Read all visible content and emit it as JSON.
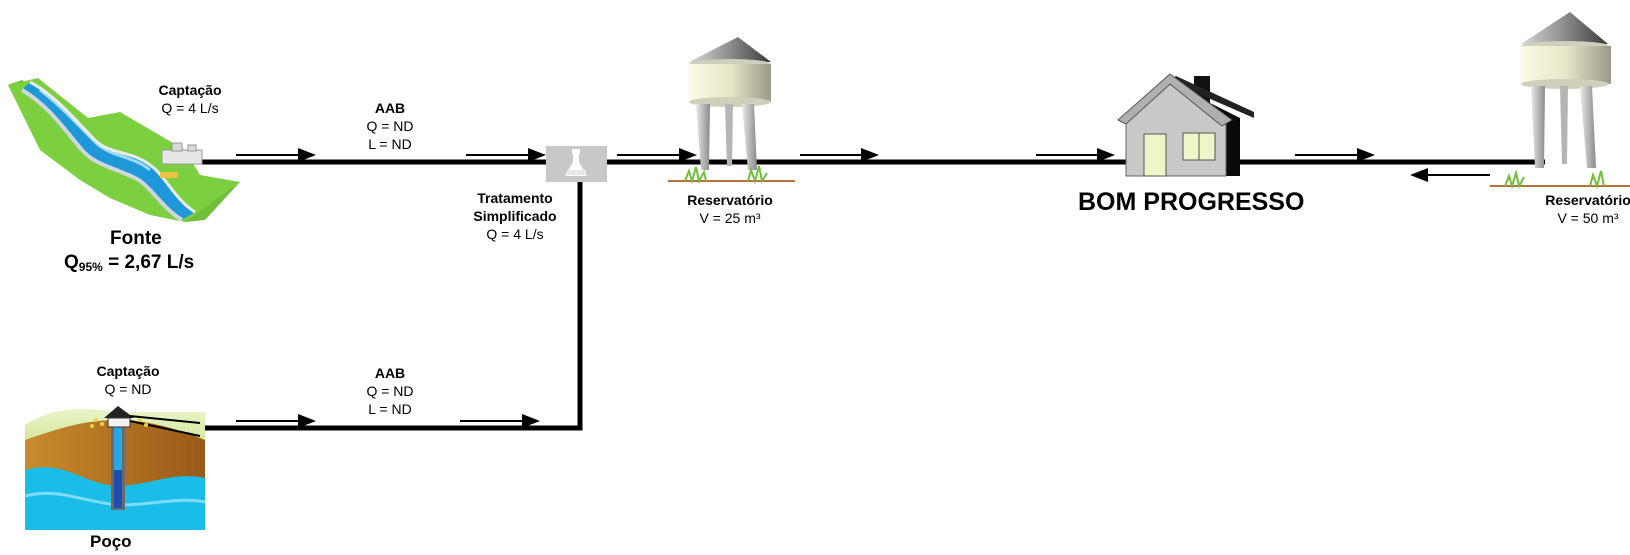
{
  "fonte": {
    "name": "Fonte",
    "flow_label": "Q",
    "flow_sub": "95%",
    "flow_value": "= 2,67 L/s"
  },
  "captacao_fonte": {
    "title": "Captação",
    "flow": "Q = 4 L/s"
  },
  "aab_top": {
    "title": "AAB",
    "flow": "Q = ND",
    "length": "L = ND"
  },
  "tratamento": {
    "line1": "Tratamento",
    "line2": "Simplificado",
    "flow": "Q = 4 L/s"
  },
  "reservatorio_1": {
    "title": "Reservatório",
    "volume": "V = 25 m³"
  },
  "city": {
    "name": "BOM PROGRESSO"
  },
  "reservatorio_2": {
    "title": "Reservatório",
    "volume": "V = 50 m³"
  },
  "captacao_poco": {
    "title": "Captação",
    "flow": "Q = ND"
  },
  "aab_bottom": {
    "title": "AAB",
    "flow": "Q = ND",
    "length": "L = ND"
  },
  "poco": {
    "name": "Poço"
  },
  "icons": [
    "river-source-icon",
    "water-tower-icon",
    "house-icon",
    "lab-flask-icon",
    "well-icon",
    "arrow-right-icon",
    "arrow-left-icon"
  ]
}
